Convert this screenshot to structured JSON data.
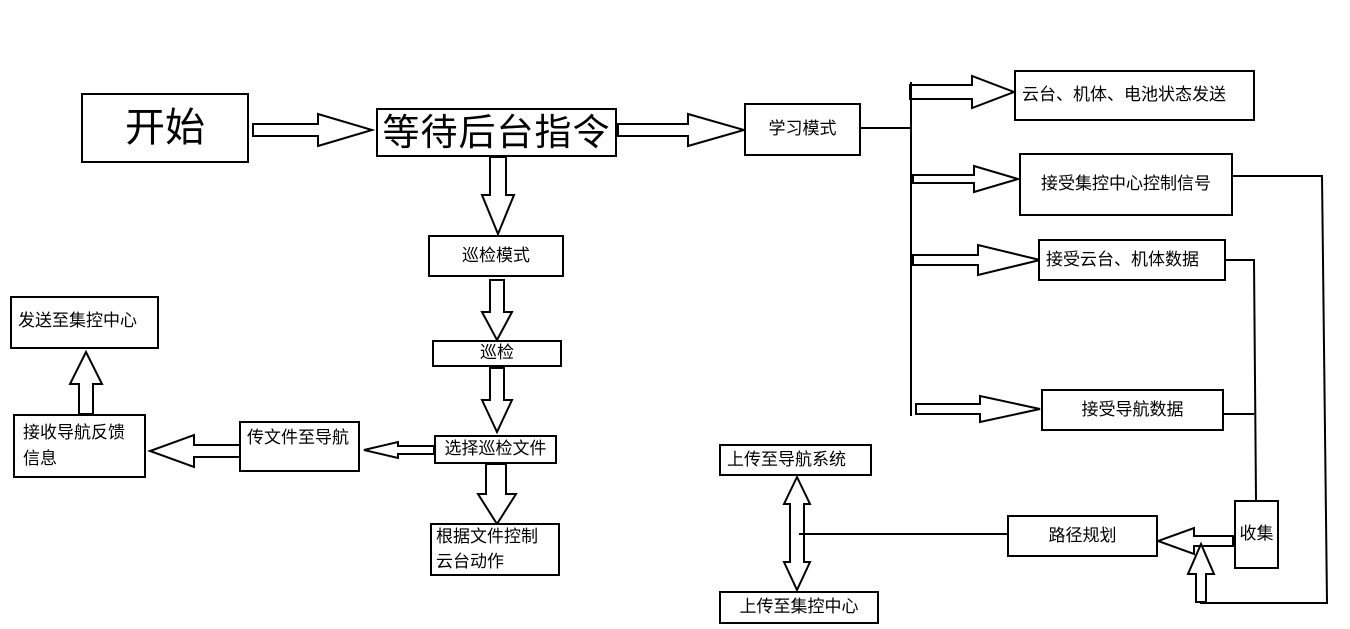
{
  "nodes": {
    "start": "开始",
    "wait_command": "等待后台指令",
    "learning_mode": "学习模式",
    "send_status": "云台、机体、电池状态发送",
    "receive_control": "接受集控中心控制信号",
    "receive_gimbal_data": "接受云台、机体数据",
    "receive_nav_data": "接受导航数据",
    "patrol_mode": "巡检模式",
    "patrol": "巡检",
    "select_patrol_file": "选择巡检文件",
    "control_gimbal": "根据文件控制云台动作",
    "send_file_nav": "传文件至导航",
    "receive_nav_feedback": "接收导航反馈信息",
    "send_to_center": "发送至集控中心",
    "upload_nav": "上传至导航系统",
    "upload_center": "上传至集控中心",
    "path_planning": "路径规划",
    "collect": "收集"
  }
}
